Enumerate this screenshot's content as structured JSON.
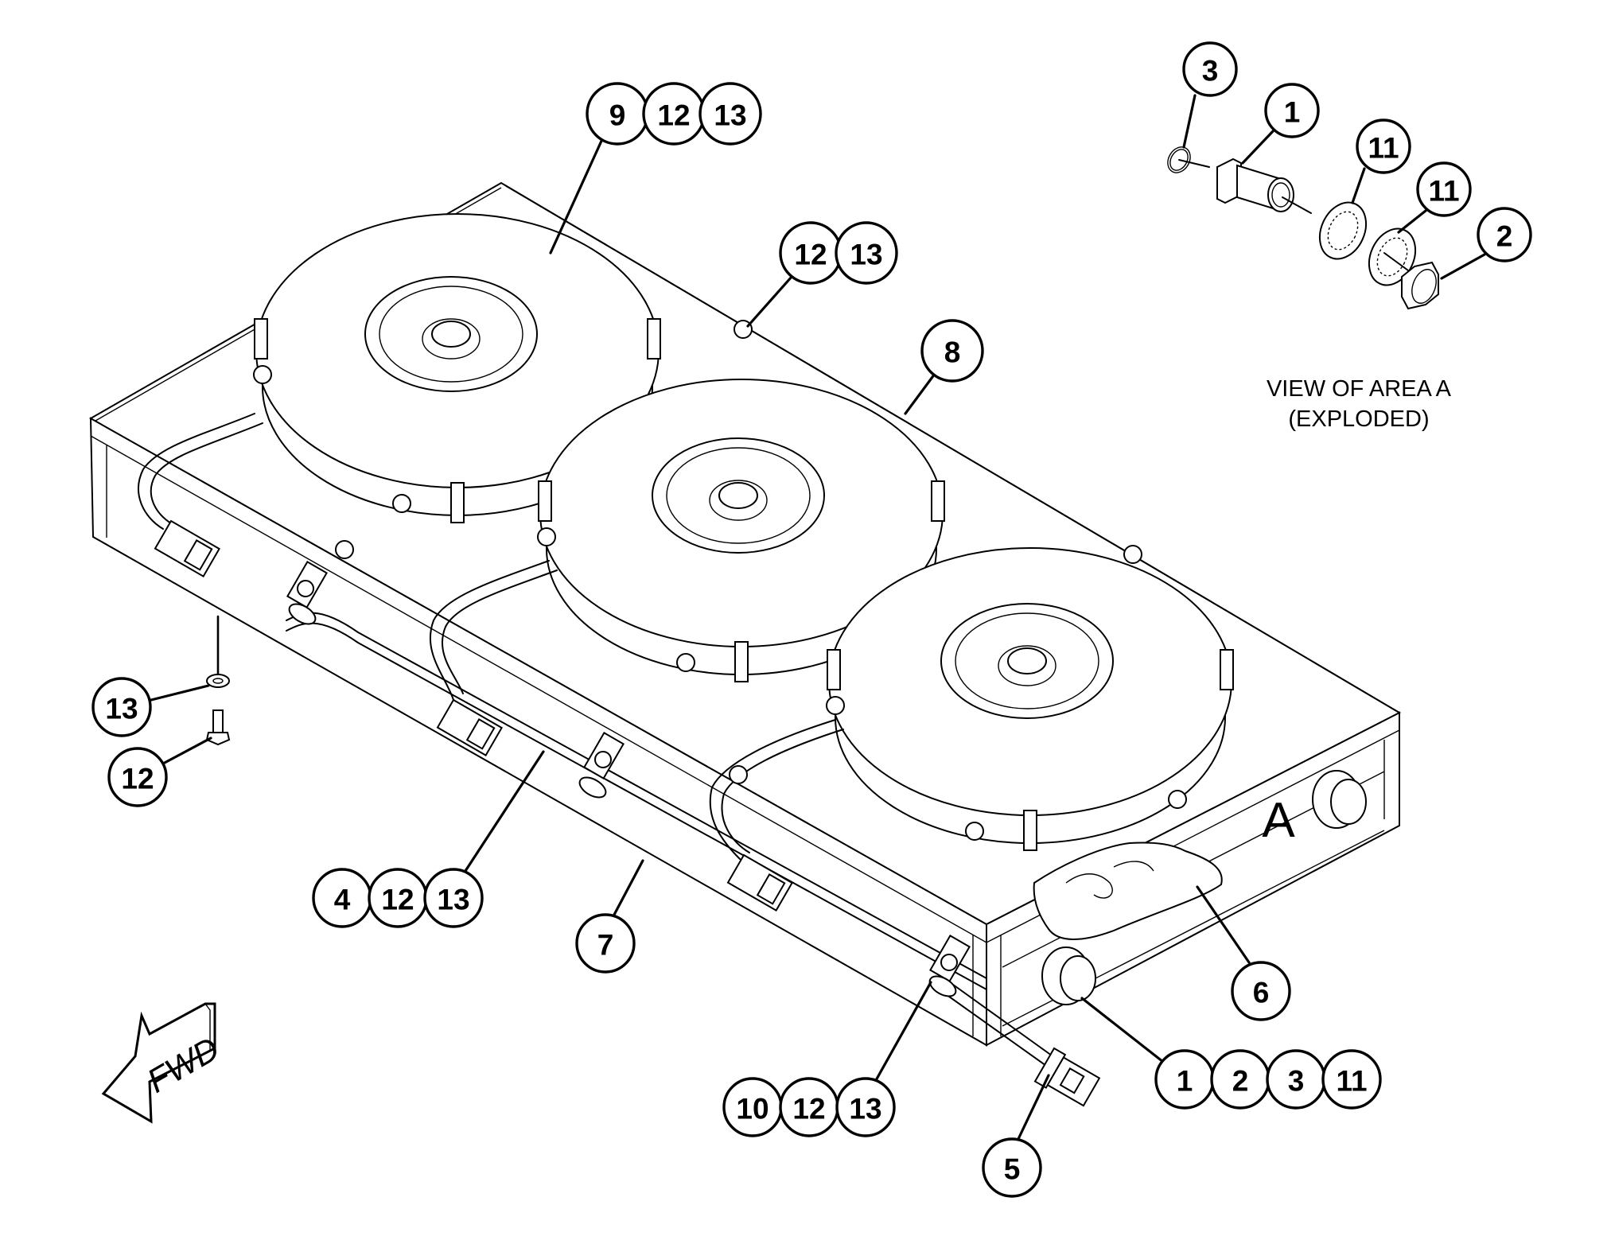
{
  "figure": {
    "type": "illustrated parts breakdown",
    "subject": "Fan tray assembly with three fans, harness and connectors"
  },
  "detail_view": {
    "caption_line1": "VIEW OF AREA  A",
    "caption_line2": "(EXPLODED)",
    "area_label": "A"
  },
  "direction_arrow": {
    "label": "FWD",
    "icon": "forward-arrow-icon"
  },
  "callouts": [
    {
      "id": "callout-9-12-13",
      "items": [
        "9",
        "12",
        "13"
      ],
      "target": "fan"
    },
    {
      "id": "callout-12-13-top",
      "items": [
        "12",
        "13"
      ],
      "target": "cover-bolt"
    },
    {
      "id": "callout-8",
      "items": [
        "8"
      ],
      "target": "tray-cover"
    },
    {
      "id": "callout-13-left",
      "items": [
        "13"
      ],
      "target": "washer"
    },
    {
      "id": "callout-12-left",
      "items": [
        "12"
      ],
      "target": "bolt"
    },
    {
      "id": "callout-4-12-13",
      "items": [
        "4",
        "12",
        "13"
      ],
      "target": "harness-clamp"
    },
    {
      "id": "callout-7",
      "items": [
        "7"
      ],
      "target": "tray-housing"
    },
    {
      "id": "callout-10-12-13",
      "items": [
        "10",
        "12",
        "13"
      ],
      "target": "cable-clamp"
    },
    {
      "id": "callout-5",
      "items": [
        "5"
      ],
      "target": "connector"
    },
    {
      "id": "callout-1-2-3-11",
      "items": [
        "1",
        "2",
        "3",
        "11"
      ],
      "target": "receptacle"
    },
    {
      "id": "callout-6",
      "items": [
        "6"
      ],
      "target": "handle"
    },
    {
      "id": "callout-3-exploded",
      "items": [
        "3"
      ],
      "target": "o-ring"
    },
    {
      "id": "callout-1-exploded",
      "items": [
        "1"
      ],
      "target": "receptacle"
    },
    {
      "id": "callout-11-exploded-a",
      "items": [
        "11"
      ],
      "target": "lock-washer"
    },
    {
      "id": "callout-11-exploded-b",
      "items": [
        "11"
      ],
      "target": "lock-washer"
    },
    {
      "id": "callout-2-exploded",
      "items": [
        "2"
      ],
      "target": "jam-nut"
    }
  ]
}
